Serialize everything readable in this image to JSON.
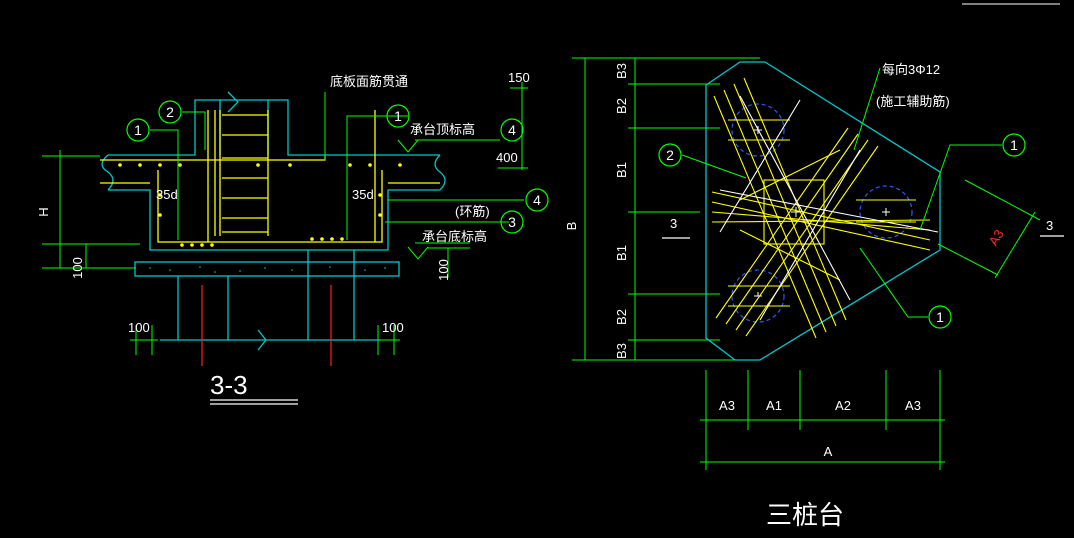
{
  "colors": {
    "background": "#000000",
    "concrete": "#00c8c8",
    "dimension": "#00ff00",
    "rebar": "#ffff00",
    "text": "#ffffff",
    "pile_center": "#ff2020",
    "pile_circle": "#3355ff",
    "a3_red": "#ff2a2a"
  },
  "section": {
    "title": "3-3",
    "label_bottom_rebar": "底板面筋贯通",
    "label_top_elev": "承台顶标高",
    "label_bottom_elev": "承台底标高",
    "label_ring": "(环筋)",
    "anchor_left": "35d",
    "anchor_right": "35d",
    "dim_H": "H",
    "dim_100_left": "100",
    "dim_100_right": "100",
    "dim_100_bl": "100",
    "dim_100_br": "100",
    "dim_150": "150",
    "dim_400": "400",
    "callouts": [
      "1",
      "2",
      "1",
      "4",
      "4",
      "3"
    ]
  },
  "plan": {
    "title": "三桩台",
    "label_each_dir": "每向3Φ12",
    "label_aux": "(施工辅助筋)",
    "dim_B": "B",
    "b_segments": [
      "B3",
      "B2",
      "B1",
      "B1",
      "B2",
      "B3"
    ],
    "a_segments": [
      "A3",
      "A1",
      "A2",
      "A3"
    ],
    "dim_A": "A",
    "dim_A3_diag": "A3",
    "section_mark_left": "3",
    "section_mark_right": "3",
    "callouts": [
      "2",
      "1",
      "1"
    ]
  }
}
